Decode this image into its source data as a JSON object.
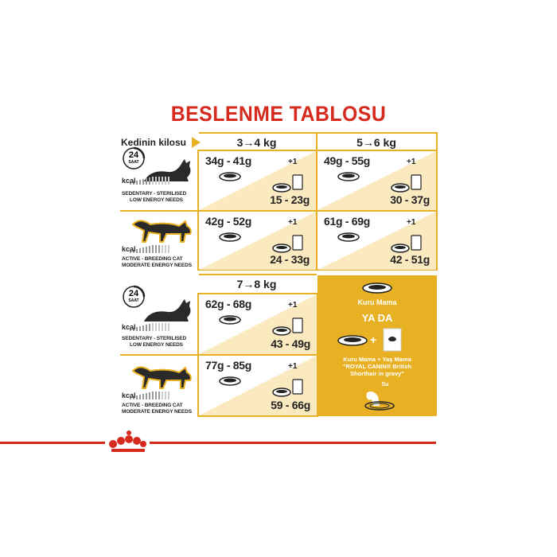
{
  "title": "BESLENME TABLOSU",
  "weight_label": "Kedinin kilosu",
  "columns": [
    "3→4 kg",
    "5→6 kg",
    "7→8 kg"
  ],
  "clock": {
    "hours": "24",
    "unit": "SAAT"
  },
  "activity": {
    "sedentary": {
      "kcal": "kcal",
      "line1": "SEDENTARY - STERILISED",
      "line2": "LOW ENERGY NEEDS"
    },
    "active": {
      "kcal": "kcal",
      "line1": "ACTIVE - BREEDING CAT",
      "line2": "MODERATE ENERGY NEEDS"
    }
  },
  "plus_one": "+1",
  "cells": {
    "r1c1": {
      "dry": "34g - 41g",
      "mix": "15 - 23g"
    },
    "r1c2": {
      "dry": "49g - 55g",
      "mix": "30 - 37g"
    },
    "r2c1": {
      "dry": "42g - 52g",
      "mix": "24 - 33g"
    },
    "r2c2": {
      "dry": "61g - 69g",
      "mix": "42 - 51g"
    },
    "r3c1": {
      "dry": "62g - 68g",
      "mix": "43 - 49g"
    },
    "r4c1": {
      "dry": "77g - 85g",
      "mix": "59 - 66g"
    }
  },
  "legend": {
    "dry": "Kuru Mama",
    "or": "YA DA",
    "plus": "+",
    "mix_line1": "Kuru Mama + Yaş Mama",
    "mix_line2": "\"ROYAL CANIN® British",
    "mix_line3": "Shorthair in gravy\"",
    "water": "Su"
  },
  "colors": {
    "accent": "#e8b123",
    "brand_red": "#d62a1e"
  }
}
